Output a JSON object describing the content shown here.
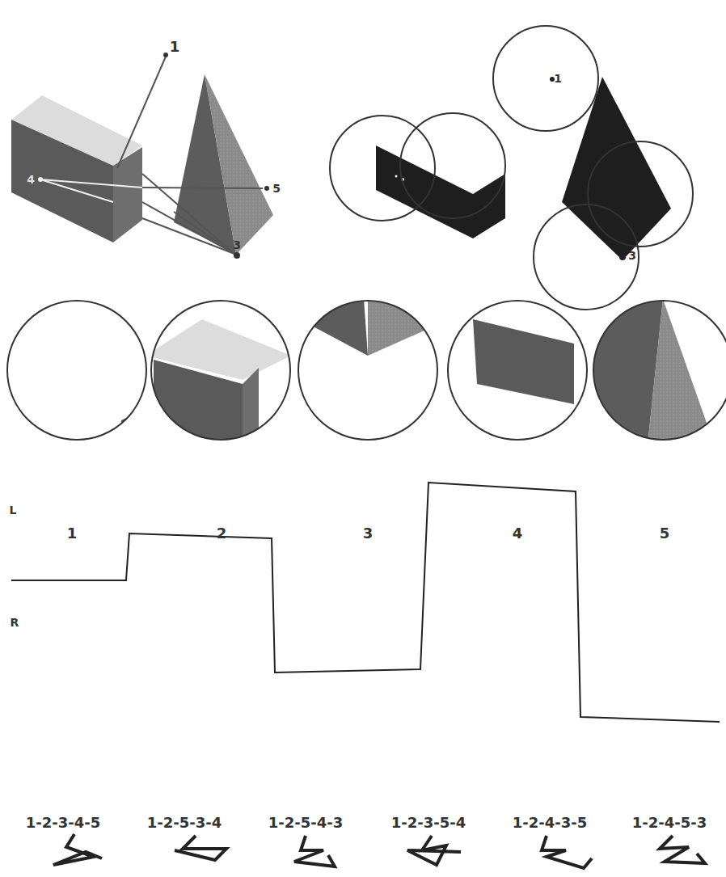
{
  "diagram": {
    "labels": [
      "1",
      "4",
      "5",
      "3",
      "1",
      "3",
      "L",
      "1",
      "2",
      "3",
      "4",
      "5",
      "R",
      "1-2-3-4-5",
      "1-2-5-3-4",
      "1-2-5-4-3",
      "1-2-3-5-4",
      "1-2-4-3-5",
      "1-2-4-5-3"
    ]
  }
}
